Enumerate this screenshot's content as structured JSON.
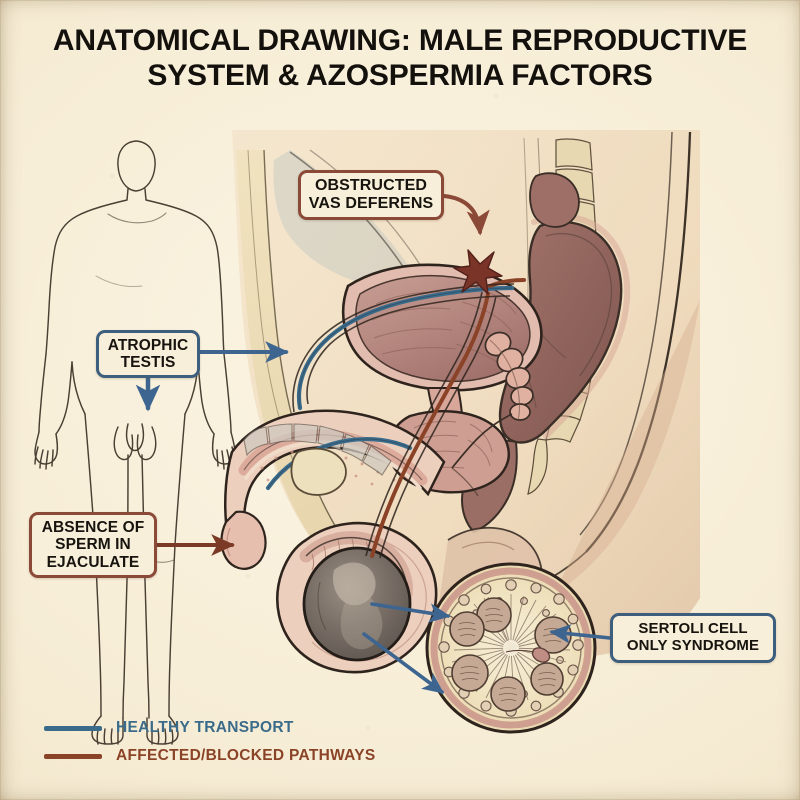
{
  "title": {
    "line1": "ANATOMICAL DRAWING: MALE REPRODUCTIVE",
    "line2": "SYSTEM & AZOSPERMIA FACTORS"
  },
  "callouts": [
    {
      "id": "obstructed",
      "lines": [
        "OBSTRUCTED",
        "VAS DEFERENS"
      ],
      "border_color": "#8b4a37",
      "fill_color": "#f7efda",
      "connector": "curved-arrow-down",
      "connector_color": "#8b4a37",
      "points_to": "blockage-marker"
    },
    {
      "id": "atrophic",
      "lines": [
        "ATROPHIC",
        "TESTIS"
      ],
      "border_color": "#3d5f7d",
      "fill_color": "#f7efda",
      "connector": "straight-arrow-right",
      "connector_color": "#3d6590",
      "points_to": "pelvic-testis-region"
    },
    {
      "id": "absence",
      "lines": [
        "ABSENCE OF",
        "SPERM IN",
        "EJACULATE"
      ],
      "border_color": "#8b4a37",
      "fill_color": "#f7efda",
      "connector": "straight-arrow-right",
      "connector_color": "#7a3a26",
      "points_to": "urethra"
    },
    {
      "id": "sertoli",
      "lines": [
        "SERTOLI CELL",
        "ONLY SYNDROME"
      ],
      "border_color": "#3d5f7d",
      "fill_color": "#f7efda",
      "connector": "straight-arrow-left",
      "connector_color": "#3d6590",
      "points_to": "seminiferous-tubule-inset"
    }
  ],
  "legend": {
    "items": [
      {
        "label": "HEALTHY TRANSPORT",
        "color": "#3a6b8a"
      },
      {
        "label": "AFFECTED/BLOCKED PATHWAYS",
        "color": "#8b4328"
      }
    ]
  },
  "figure": {
    "style": "hand-drawn watercolor medical illustration on aged parchment",
    "background_color": "#f6ecd4",
    "elements": [
      {
        "name": "body-silhouette",
        "description": "full-length male outline, front view, left side of plate"
      },
      {
        "name": "pelvic-sagittal-section",
        "description": "mid-sagittal cut of male pelvis, right of silhouette"
      },
      {
        "name": "bladder",
        "color": "#b78a80"
      },
      {
        "name": "prostate",
        "color": "#c79a8e"
      },
      {
        "name": "seminal-vesicle",
        "color": "#d3a79a"
      },
      {
        "name": "rectum-colon",
        "color": "#8e6158"
      },
      {
        "name": "sacrum-vertebrae",
        "color": "#e4d6ae"
      },
      {
        "name": "penis-shaft-urethra",
        "color": "#e6c4b6"
      },
      {
        "name": "atrophic-testis",
        "color": "#6d6258"
      },
      {
        "name": "epididymis",
        "color": "#d8b4a3"
      },
      {
        "name": "vas-deferens-healthy",
        "color": "#3a6b8a"
      },
      {
        "name": "vas-deferens-affected",
        "color": "#8b4328"
      },
      {
        "name": "blockage-marker",
        "shape": "x-cross",
        "color": "#7a3528"
      },
      {
        "name": "seminiferous-tubule-inset",
        "description": "circular cross-section with six Sertoli cells radiating, one residual spermatid"
      }
    ]
  }
}
